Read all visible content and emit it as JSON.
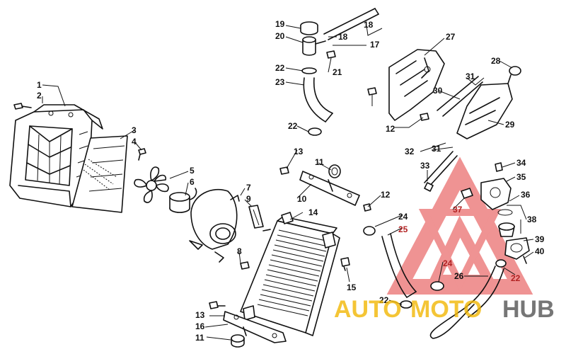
{
  "callouts": {
    "c1": "1",
    "c2": "2",
    "c3": "3",
    "c4": "4",
    "c5": "5",
    "c6": "6",
    "c7": "7",
    "c8": "8",
    "c9": "9",
    "c10": "10",
    "c11a": "11",
    "c11b": "11",
    "c12a": "12",
    "c12b": "12",
    "c13a": "13",
    "c13b": "13",
    "c14": "14",
    "c15": "15",
    "c16": "16",
    "c17": "17",
    "c18a": "18",
    "c18b": "18",
    "c19": "19",
    "c20": "20",
    "c21": "21",
    "c22a": "22",
    "c22b": "22",
    "c22c": "22",
    "c22d": "22",
    "c23": "23",
    "c24a": "24",
    "c24b": "24",
    "c25": "25",
    "c26": "26",
    "c27": "27",
    "c28": "28",
    "c29": "29",
    "c30": "30",
    "c31a": "31",
    "c31b": "31",
    "c32": "32",
    "c33": "33",
    "c34": "34",
    "c35": "35",
    "c36": "36",
    "c37": "37",
    "c38": "38",
    "c39": "39",
    "c40": "40"
  },
  "watermark": {
    "part1": "AUTO",
    "part2": "MOTO",
    "part3": "HUB",
    "color_primary": "#e23b3b",
    "color_secondary": "#f2b705",
    "color_dark": "#555555"
  }
}
